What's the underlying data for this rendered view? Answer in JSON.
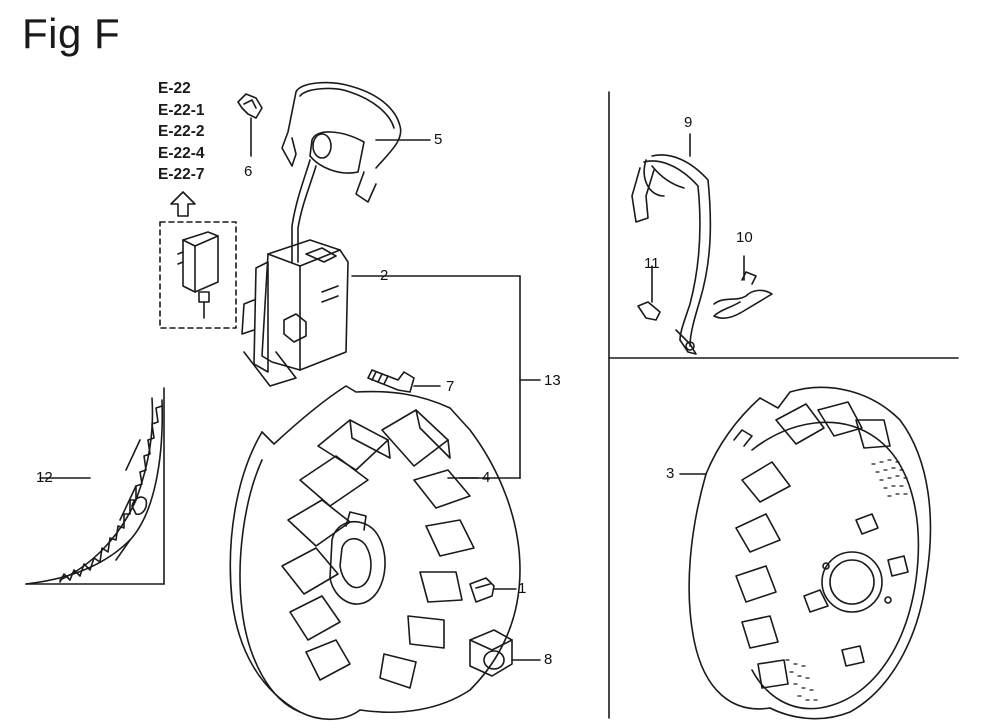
{
  "title": "Fig F",
  "reference_codes": [
    "E-22",
    "E-22-1",
    "E-22-2",
    "E-22-4",
    "E-22-7"
  ],
  "callouts": {
    "c1": "1",
    "c2": "2",
    "c3": "3",
    "c4": "4",
    "c5": "5",
    "c6": "6",
    "c7": "7",
    "c8": "8",
    "c9": "9",
    "c10": "10",
    "c11": "11",
    "c12": "12",
    "c13": "13"
  }
}
